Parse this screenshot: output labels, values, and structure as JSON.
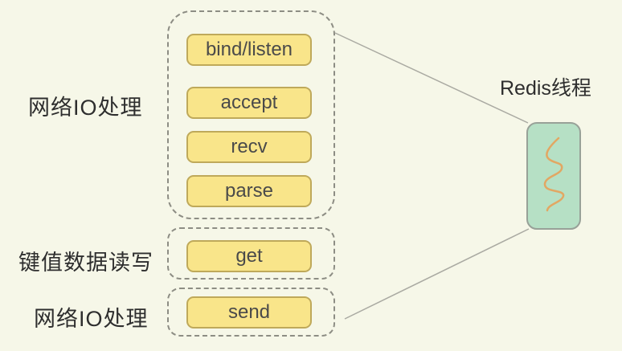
{
  "labels": {
    "network_io_top": "网络IO处理",
    "kv_data_rw": "键值数据读写",
    "network_io_bottom": "网络IO处理",
    "redis_thread": "Redis线程"
  },
  "steps": {
    "bind_listen": "bind/listen",
    "accept": "accept",
    "recv": "recv",
    "parse": "parse",
    "get": "get",
    "send": "send"
  },
  "icons": {
    "thread_squiggle": "thread-squiggle-icon"
  },
  "colors": {
    "background": "#f6f7e8",
    "step_fill": "#f9e58a",
    "step_border": "#bfa95a",
    "step_text": "#4a4a4a",
    "group_dash_border": "#8d8d84",
    "thread_fill": "#b6e0c5",
    "thread_border": "#98a198",
    "squiggle": "#e2a763",
    "connector_line": "#aaaaa2",
    "label_text": "#2e2e2e"
  }
}
